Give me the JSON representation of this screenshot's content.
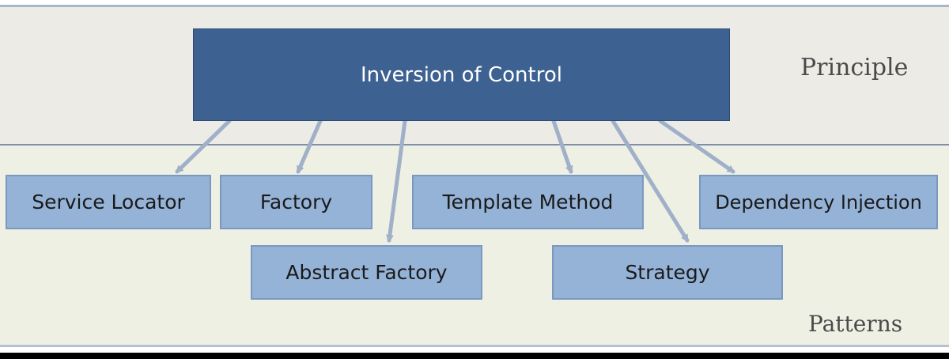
{
  "diagram": {
    "root": {
      "label": "Inversion of Control"
    },
    "principle_label": "Principle",
    "patterns_label": "Patterns",
    "patterns": [
      {
        "id": "service-locator",
        "label": "Service Locator"
      },
      {
        "id": "factory",
        "label": "Factory"
      },
      {
        "id": "template-method",
        "label": "Template Method"
      },
      {
        "id": "dependency-injection",
        "label": "Dependency Injection"
      },
      {
        "id": "abstract-factory",
        "label": "Abstract Factory"
      },
      {
        "id": "strategy",
        "label": "Strategy"
      }
    ],
    "edges": [
      {
        "from": "root",
        "to": "service-locator"
      },
      {
        "from": "root",
        "to": "factory"
      },
      {
        "from": "root",
        "to": "abstract-factory"
      },
      {
        "from": "root",
        "to": "template-method"
      },
      {
        "from": "root",
        "to": "strategy"
      },
      {
        "from": "root",
        "to": "dependency-injection"
      }
    ],
    "colors": {
      "root_fill": "#3d6191",
      "pattern_fill": "#95b3d7",
      "arrow": "#9fb0c8",
      "top_band": "#ecebe6",
      "bottom_band": "#eef0e4"
    }
  }
}
